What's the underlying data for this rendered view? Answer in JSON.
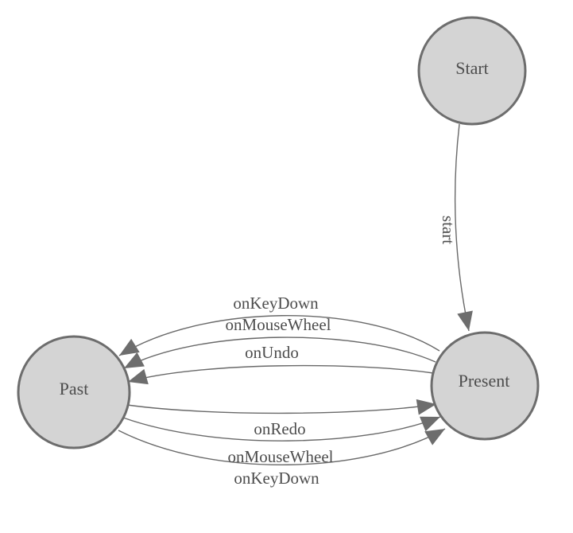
{
  "diagram": {
    "title": "state-machine-diagram",
    "nodes": [
      {
        "id": "start",
        "label": "Start"
      },
      {
        "id": "present",
        "label": "Present"
      },
      {
        "id": "past",
        "label": "Past"
      }
    ],
    "edges": [
      {
        "from": "Start",
        "to": "Present",
        "label": "start"
      },
      {
        "from": "Present",
        "to": "Past",
        "label": "onKeyDown"
      },
      {
        "from": "Present",
        "to": "Past",
        "label": "onMouseWheel"
      },
      {
        "from": "Present",
        "to": "Past",
        "label": "onUndo"
      },
      {
        "from": "Past",
        "to": "Present",
        "label": "onRedo"
      },
      {
        "from": "Past",
        "to": "Present",
        "label": "onMouseWheel"
      },
      {
        "from": "Past",
        "to": "Present",
        "label": "onKeyDown"
      }
    ],
    "colors": {
      "node_fill": "#d4d4d4",
      "node_stroke": "#6d6d6d",
      "edge": "#696969",
      "arrowhead": "#6d6d6d",
      "text": "#4d4d4d",
      "background": "#ffffff"
    }
  }
}
